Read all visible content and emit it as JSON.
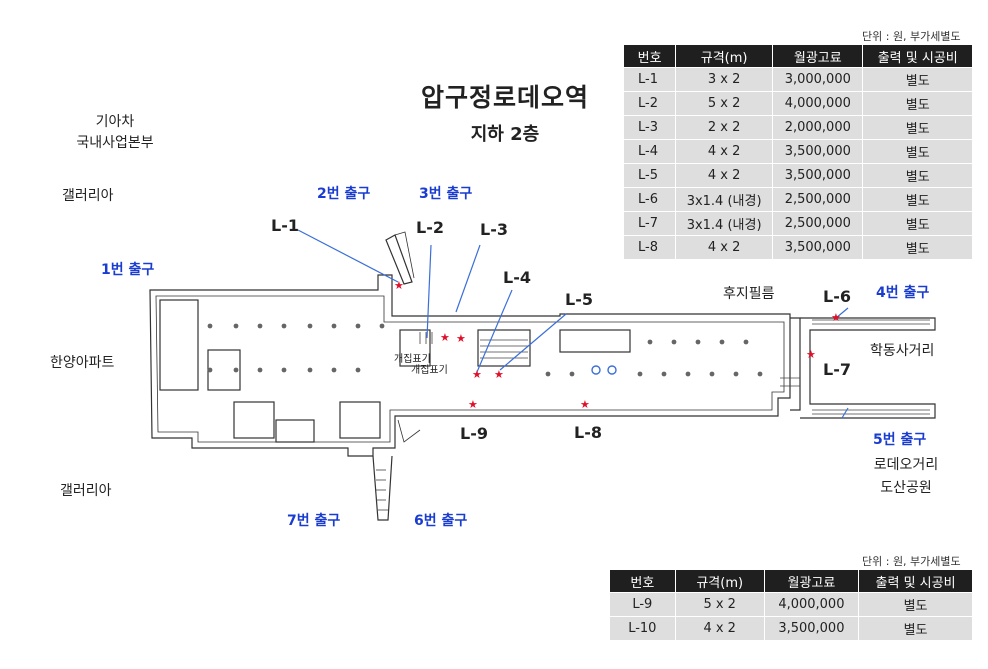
{
  "title": "압구정로데오역",
  "subtitle": "지하 2층",
  "top_table": {
    "unit_note": "단위 : 원, 부가세별도",
    "headers": [
      "번호",
      "규격(m)",
      "월광고료",
      "출력 및 시공비"
    ],
    "rows": [
      [
        "L-1",
        "3 x 2",
        "3,000,000",
        "별도"
      ],
      [
        "L-2",
        "5 x 2",
        "4,000,000",
        "별도"
      ],
      [
        "L-3",
        "2 x 2",
        "2,000,000",
        "별도"
      ],
      [
        "L-4",
        "4 x 2",
        "3,500,000",
        "별도"
      ],
      [
        "L-5",
        "4 x 2",
        "3,500,000",
        "별도"
      ],
      [
        "L-6",
        "3x1.4 (내경)",
        "2,500,000",
        "별도"
      ],
      [
        "L-7",
        "3x1.4 (내경)",
        "2,500,000",
        "별도"
      ],
      [
        "L-8",
        "4 x 2",
        "3,500,000",
        "별도"
      ]
    ]
  },
  "bottom_table": {
    "unit_note": "단위 : 원, 부가세별도",
    "headers": [
      "번호",
      "규격(m)",
      "월광고료",
      "출력 및 시공비"
    ],
    "rows": [
      [
        "L-9",
        "5 x 2",
        "4,000,000",
        "별도"
      ],
      [
        "L-10",
        "4 x 2",
        "3,500,000",
        "별도"
      ]
    ]
  },
  "landmarks": {
    "kia": "기아차\n국내사업본부",
    "gallery_top": "갤러리아",
    "hanyang": "한양아파트",
    "gallery_bottom": "갤러리아",
    "fujifilm": "후지필름",
    "hakdong": "학동사거리",
    "rodeo": "로데오거리\n도산공원",
    "gate1": "개집표기",
    "gate2": "개집표기"
  },
  "exits": {
    "e1": "1번 출구",
    "e2": "2번 출구",
    "e3": "3번 출구",
    "e4": "4번 출구",
    "e5": "5번 출구",
    "e6": "6번 출구",
    "e7": "7번 출구"
  },
  "ad_locations": {
    "l1": "L-1",
    "l2": "L-2",
    "l3": "L-3",
    "l4": "L-4",
    "l5": "L-5",
    "l6": "L-6",
    "l7": "L-7",
    "l8": "L-8",
    "l9": "L-9"
  },
  "colors": {
    "exit_label": "#1a3cd0",
    "marker": "#e0102a",
    "leader_line": "#3a6fd8",
    "table_header": "#1f1f1f",
    "table_cell": "#dedede"
  }
}
